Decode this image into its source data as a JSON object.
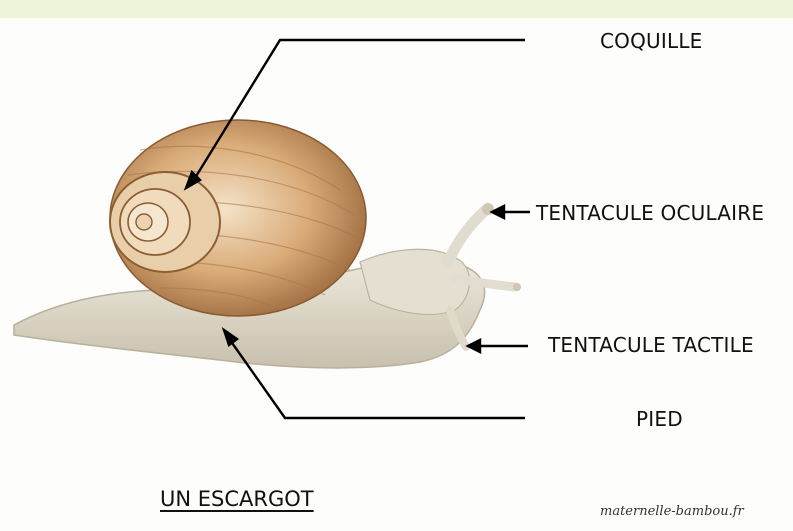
{
  "labels": {
    "shell": "COQUILLE",
    "eye_tentacle": "TENTACULE OCULAIRE",
    "touch_tentacle": "TENTACULE TACTILE",
    "foot": "PIED"
  },
  "title": "UN ESCARGOT",
  "credit": "maternelle-bambou.fr",
  "colors": {
    "top_band": "#eef6da",
    "background": "#fdfdfb",
    "text": "#111111",
    "shell_light": "#e7c49a",
    "shell_dark": "#8a5a30",
    "body": "#ddd6c6"
  }
}
